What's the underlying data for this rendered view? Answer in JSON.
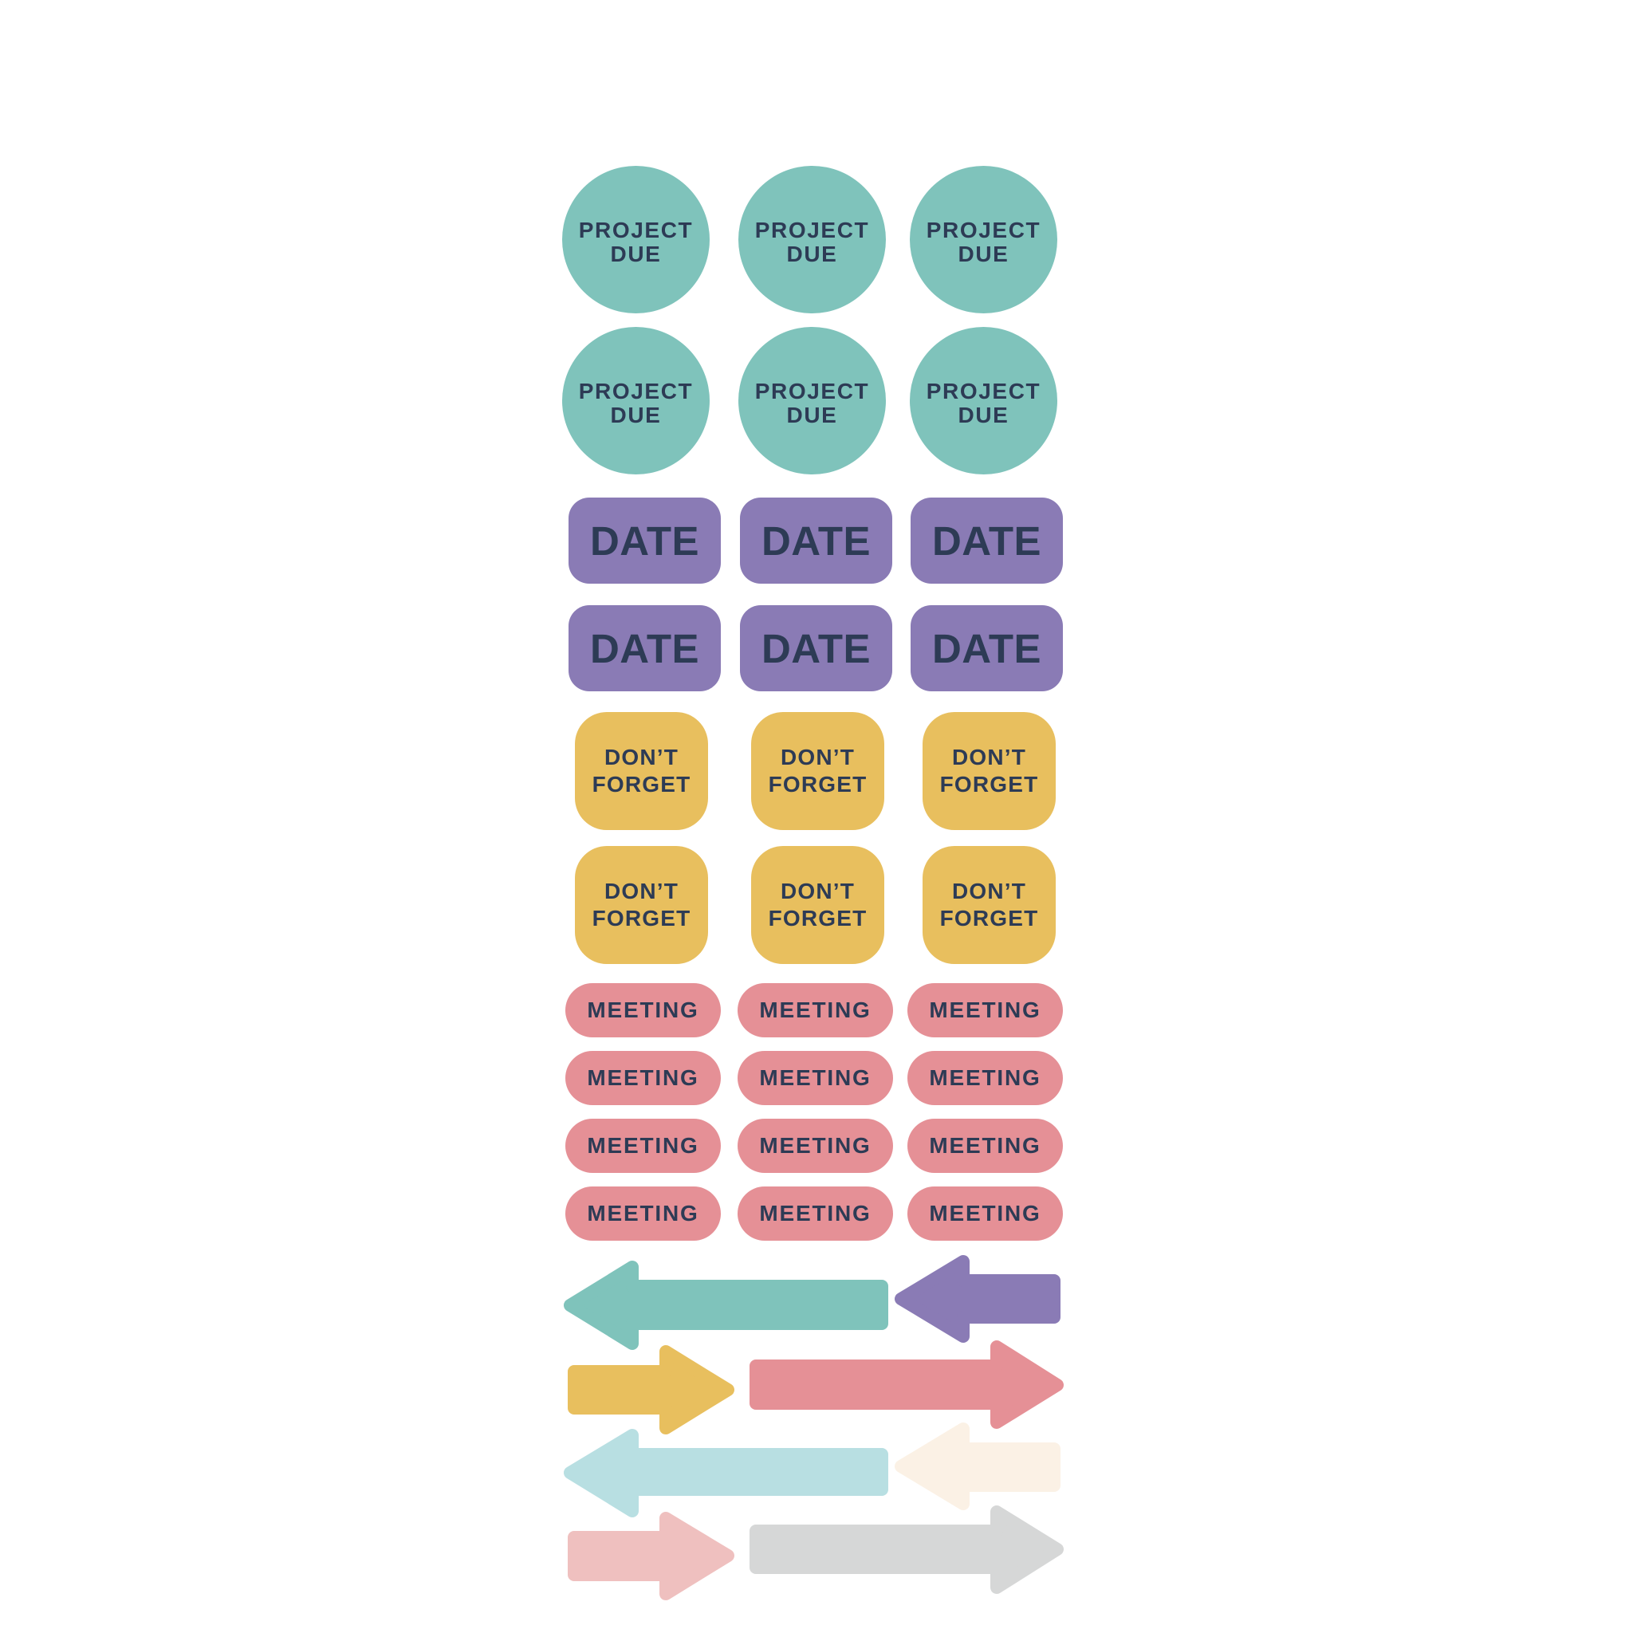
{
  "sheet": {
    "background": "#ffffff",
    "text_color": "#2d3b55"
  },
  "project_due": {
    "color": "#7fc3bb",
    "items": [
      {
        "line1": "PROJECT",
        "line2": "DUE"
      },
      {
        "line1": "PROJECT",
        "line2": "DUE"
      },
      {
        "line1": "PROJECT",
        "line2": "DUE"
      },
      {
        "line1": "PROJECT",
        "line2": "DUE"
      },
      {
        "line1": "PROJECT",
        "line2": "DUE"
      },
      {
        "line1": "PROJECT",
        "line2": "DUE"
      }
    ]
  },
  "date": {
    "color": "#8a7bb5",
    "items": [
      {
        "label": "DATE"
      },
      {
        "label": "DATE"
      },
      {
        "label": "DATE"
      },
      {
        "label": "DATE"
      },
      {
        "label": "DATE"
      },
      {
        "label": "DATE"
      }
    ]
  },
  "dont_forget": {
    "color": "#e8bf5e",
    "items": [
      {
        "line1": "DON’T",
        "line2": "FORGET"
      },
      {
        "line1": "DON’T",
        "line2": "FORGET"
      },
      {
        "line1": "DON’T",
        "line2": "FORGET"
      },
      {
        "line1": "DON’T",
        "line2": "FORGET"
      },
      {
        "line1": "DON’T",
        "line2": "FORGET"
      },
      {
        "line1": "DON’T",
        "line2": "FORGET"
      }
    ]
  },
  "meeting": {
    "color": "#e59096",
    "items": [
      {
        "label": "MEETING"
      },
      {
        "label": "MEETING"
      },
      {
        "label": "MEETING"
      },
      {
        "label": "MEETING"
      },
      {
        "label": "MEETING"
      },
      {
        "label": "MEETING"
      },
      {
        "label": "MEETING"
      },
      {
        "label": "MEETING"
      },
      {
        "label": "MEETING"
      },
      {
        "label": "MEETING"
      },
      {
        "label": "MEETING"
      },
      {
        "label": "MEETING"
      }
    ]
  },
  "arrows": [
    {
      "direction": "left",
      "color": "#7fc3bb"
    },
    {
      "direction": "left",
      "color": "#8a7bb5"
    },
    {
      "direction": "right",
      "color": "#e8bf5e"
    },
    {
      "direction": "right",
      "color": "#e59096"
    },
    {
      "direction": "left",
      "color": "#b8dfe2"
    },
    {
      "direction": "left",
      "color": "#fbf1e5"
    },
    {
      "direction": "right",
      "color": "#efc0bf"
    },
    {
      "direction": "right",
      "color": "#d6d7d7"
    }
  ]
}
